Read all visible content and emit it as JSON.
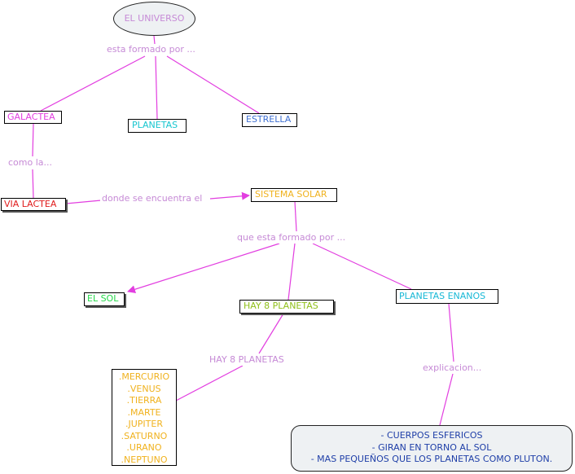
{
  "colors": {
    "link": "#e23ee0",
    "label": "#c68ad6",
    "galactea": "#e23ee0",
    "planetas": "#17c6cf",
    "estrella": "#3e6fd1",
    "via_lactea": "#e01b1b",
    "sistema_solar": "#f0b21e",
    "el_sol": "#25d94a",
    "hay_8": "#8fbf1a",
    "enanos": "#17b8d6",
    "list": "#f0b21e",
    "info": "#1f3fa8"
  },
  "nodes": {
    "root": "EL UNIVERSO",
    "galactea": "GALACTEA",
    "planetas": "PLANETAS",
    "estrella": "ESTRELLA",
    "via_lactea": "VIA LACTEA",
    "sistema_solar": "SISTEMA SOLAR",
    "el_sol": "EL SOL",
    "hay_8_planetas": "HAY 8 PLANETAS",
    "planetas_enanos": "PLANETAS ENANOS",
    "planet_list": [
      ".MERCURIO",
      ".VENUS",
      ".TIERRA",
      ".MARTE",
      ".JUPITER",
      ".SATURNO",
      ".URANO",
      ".NEPTUNO"
    ],
    "explanation": [
      "- CUERPOS ESFERICOS",
      "- GIRAN EN TORNO AL SOL",
      "- MAS PEQUEÑOS QUE LOS PLANETAS COMO PLUTON."
    ]
  },
  "labels": {
    "esta_formado": "esta formado por ...",
    "como_la": "como la...",
    "donde": "donde se encuentra el",
    "que_esta": "que esta formado por ...",
    "hay_8": "HAY 8 PLANETAS",
    "explicacion": "explicacion..."
  }
}
